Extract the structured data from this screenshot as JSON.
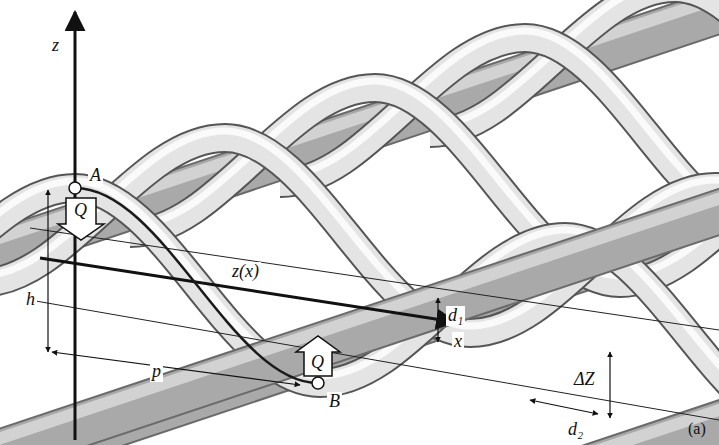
{
  "diagram": {
    "labels": [
      "z",
      "A",
      "Q",
      "h",
      "z(x)",
      "d₁",
      "x",
      "p",
      "Q",
      "B",
      "ΔZ",
      "d₂",
      "(a)"
    ]
  }
}
